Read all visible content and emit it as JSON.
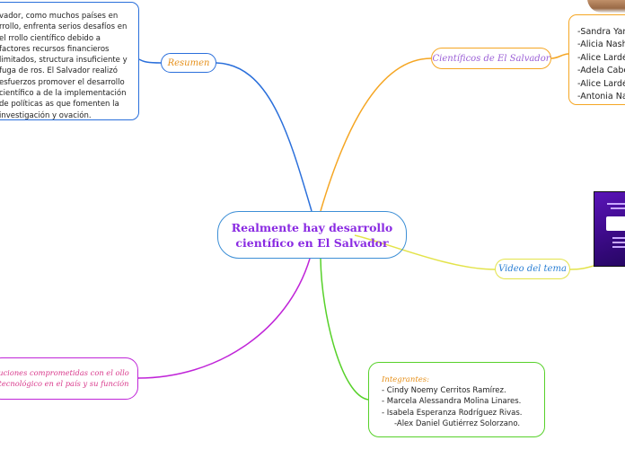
{
  "central": {
    "label": "Realmente hay desarrollo científico en El Salvador"
  },
  "resumen": {
    "label": "Resumen",
    "text": "vador, como muchos países en rrollo, enfrenta serios desafíos en el rrollo científico debido a factores recursos financieros limitados, structura insuficiente y fuga de ros. El Salvador realizó esfuerzos promover el desarrollo científico a de la implementación de políticas as que fomenten la investigación y ovación."
  },
  "cientificos": {
    "label": "Científicos de El Salvador",
    "names": [
      "-Sandra Yan",
      "-Alicia Nash",
      "-Alice Lardé",
      "-Adela Cabe",
      "-Alice Lardé",
      "-Antonia Na"
    ]
  },
  "video": {
    "label": "Video del tema"
  },
  "integrantes": {
    "title": "Integrantes:",
    "members": [
      "- Cindy Noemy Cerritos Ramírez.",
      "- Marcela Alessandra Molina Linares.",
      "- Isabela Esperanza Rodríguez Rivas.",
      "-Alex Daniel Gutiérrez Solorzano."
    ]
  },
  "instituciones": {
    "label": "uciones comprometidas con el ollo tecnológico en el país y su función"
  },
  "colors": {
    "central_text": "#8a2be2",
    "central_border": "#3d8fd6",
    "resumen_branch": "#2a6fdb",
    "cientificos_branch": "#f5a623",
    "video_branch": "#e3e34a",
    "integrantes_branch": "#57d12a",
    "instituciones_branch": "#c025d8"
  }
}
